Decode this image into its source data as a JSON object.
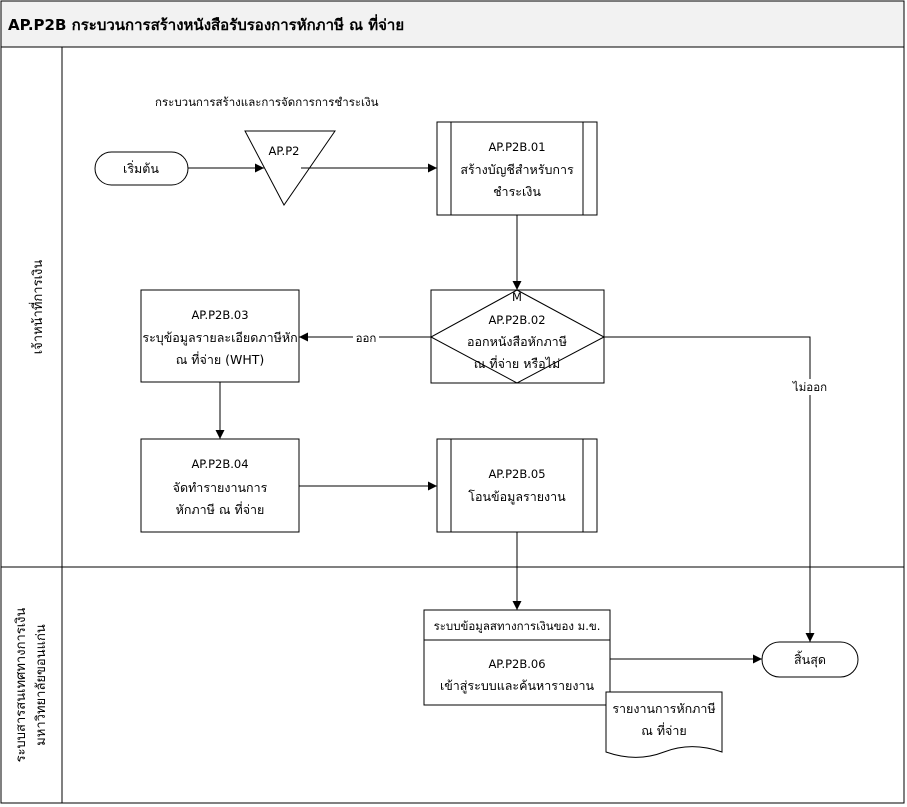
{
  "title": "AP.P2B กระบวนการสร้างหนังสือรับรองการหักภาษี ณ ที่จ่าย",
  "lanes": [
    {
      "label": "เจ้าหน้าที่การเงิน"
    },
    {
      "label_line1": "ระบบสารสนเทศทางการเงิน",
      "label_line2": "มหาวิทยาลัยขอนแก่น"
    }
  ],
  "annotation": "กระบวนการสร้างและการจัดการการชำระเงิน",
  "start": "เริ่มต้น",
  "end": "สิ้นสุด",
  "offpage": "AP.P2",
  "steps": {
    "s01": {
      "code": "AP.P2B.01",
      "line1": "สร้างบัญชีสำหรับการ",
      "line2": "ชำระเงิน"
    },
    "s02": {
      "marker": "M",
      "code": "AP.P2B.02",
      "line1": "ออกหนังสือหักภาษี",
      "line2": "ณ ที่จ่าย หรือไม่"
    },
    "s03": {
      "code": "AP.P2B.03",
      "line1": "ระบุข้อมูลรายละเอียดภาษีหัก",
      "line2": "ณ ที่จ่าย (WHT)"
    },
    "s04": {
      "code": "AP.P2B.04",
      "line1": "จัดทำรายงานการ",
      "line2": "หักภาษี ณ ที่จ่าย"
    },
    "s05": {
      "code": "AP.P2B.05",
      "line1": "โอนข้อมูลรายงาน"
    },
    "s06": {
      "header": "ระบบข้อมูลสทางการเงินของ ม.ข.",
      "code": "AP.P2B.06",
      "line1": "เข้าสู่ระบบและค้นหารายงาน"
    }
  },
  "document": {
    "line1": "รายงานการหักภาษี",
    "line2": "ณ ที่จ่าย"
  },
  "edges": {
    "yes": "ออก",
    "no": "ไม่ออก"
  }
}
